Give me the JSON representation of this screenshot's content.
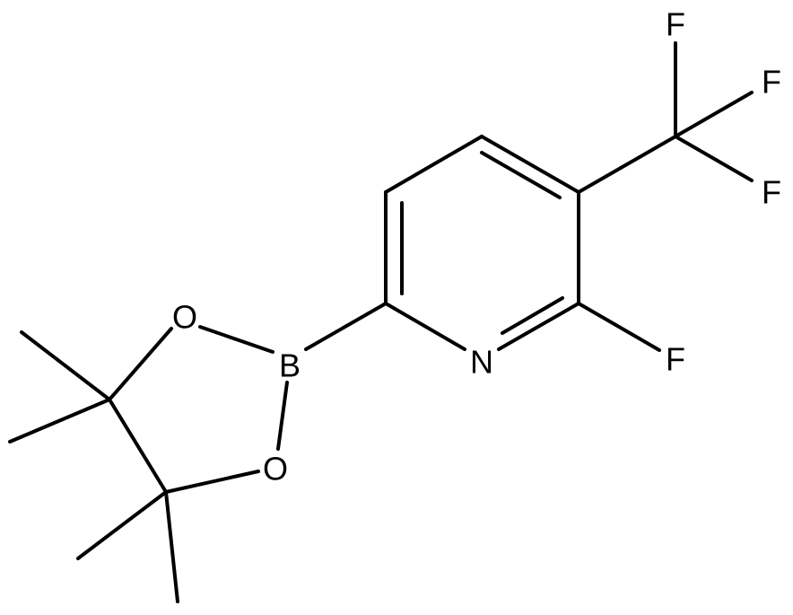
{
  "molecule": {
    "atoms": {
      "f_top": "F",
      "f_right_upper": "F",
      "f_right_lower": "F",
      "f_ring": "F",
      "n_ring": "N",
      "boron": "B",
      "o_upper": "O",
      "o_lower": "O"
    }
  }
}
